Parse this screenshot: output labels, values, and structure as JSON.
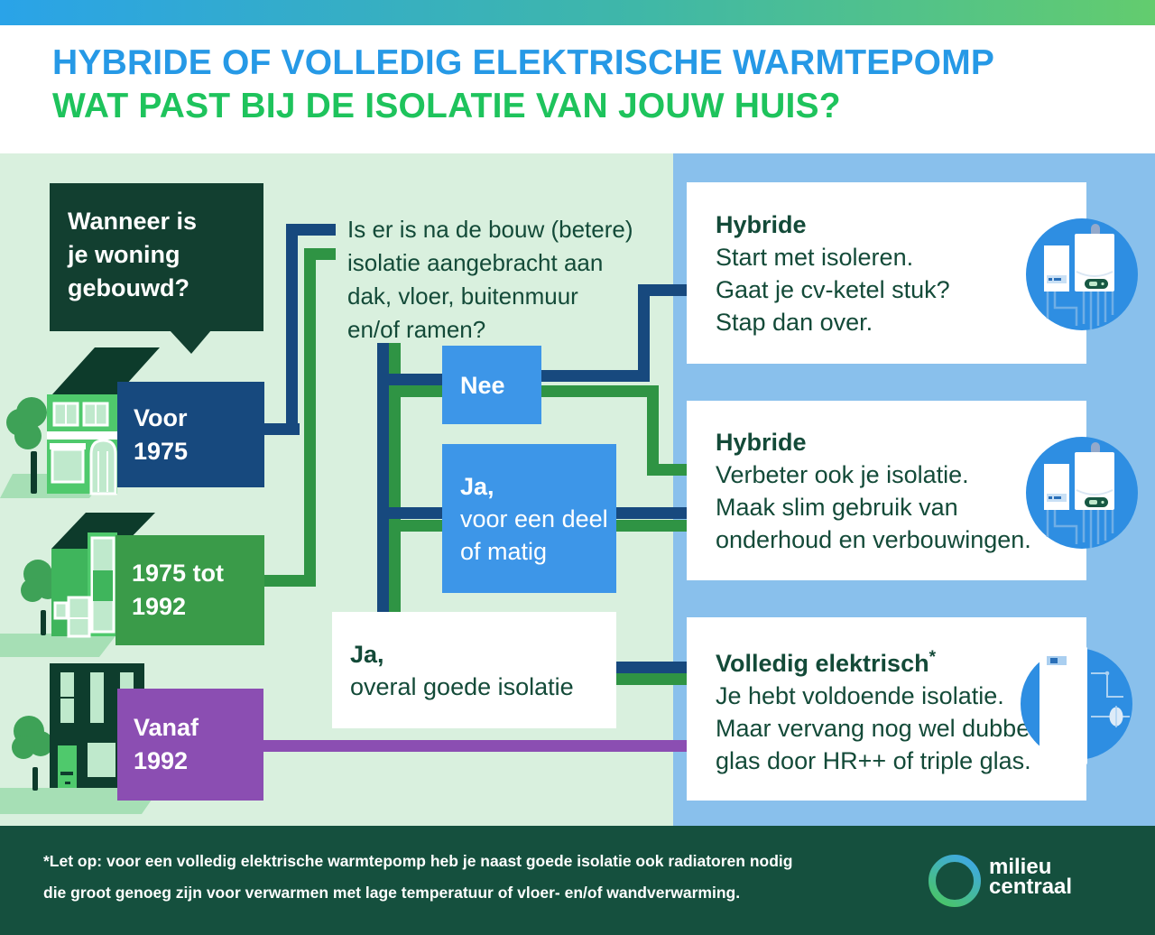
{
  "title": {
    "line1": "HYBRIDE OF VOLLEDIG ELEKTRISCHE WARMTEPOMP",
    "line2": "WAT PAST BIJ DE ISOLATIE VAN JOUW HUIS?"
  },
  "bubble": {
    "line1": "Wanneer is",
    "line2": "je woning",
    "line3": "gebouwd?"
  },
  "houses": [
    {
      "name": "voor-1975",
      "label_line1": "Voor",
      "label_line2": "1975",
      "icon": "classic-house-icon"
    },
    {
      "name": "1975-tot-1992",
      "label_line1": "1975 tot",
      "label_line2": "1992",
      "icon": "modern-green-house-icon"
    },
    {
      "name": "vanaf-1992",
      "label_line1": "Vanaf",
      "label_line2": "1992",
      "icon": "new-dark-house-icon"
    }
  ],
  "question": {
    "line1": "Is er is na de bouw (betere)",
    "line2": "isolatie aangebracht aan",
    "line3": "dak, vloer, buitenmuur",
    "line4": "en/of ramen?"
  },
  "answers": {
    "nee": {
      "label": "Nee"
    },
    "ja_deel": {
      "bold": "Ja,",
      "line1": "voor een deel",
      "line2": "of matig"
    },
    "ja_overal": {
      "bold": "Ja,",
      "line1": "overal goede isolatie"
    }
  },
  "cards": [
    {
      "title": "Hybride",
      "line1": "Start met isoleren.",
      "line2": "Gaat je cv-ketel stuk?",
      "line3": "Stap dan over.",
      "icon": "hybrid-heatpump-boiler-icon"
    },
    {
      "title": "Hybride",
      "line1": "Verbeter ook je isolatie.",
      "line2": "Maak slim gebruik van",
      "line3": "onderhoud en verbouwingen.",
      "icon": "hybrid-heatpump-boiler-icon"
    },
    {
      "title": "Volledig elektrisch",
      "asterisk": "*",
      "line1": "Je hebt voldoende isolatie.",
      "line2": "Maar vervang nog wel dubbel",
      "line3": "glas door HR++ of triple glas.",
      "icon": "electric-heatpump-icon"
    }
  ],
  "footer": {
    "note_line1": "*Let op: voor een volledig elektrische warmtepomp heb je naast goede isolatie ook radiatoren nodig",
    "note_line2": "die groot genoeg zijn voor verwarmen met lage temperatuur of vloer- en/of wandverwarming.",
    "logo_line1": "milieu",
    "logo_line2": "centraal"
  },
  "colors": {
    "title-blue": "#2699E6",
    "title-green": "#1EC35C",
    "grad-left": "#2AA3E8",
    "grad-right": "#63CC6E",
    "bg-lightgreen": "#D9F0DE",
    "bg-lightblue": "#89C0EC",
    "darkblue": "#17497E",
    "green": "#2F9444",
    "purple": "#8B4EB2",
    "answer-blue": "#3D96E8",
    "circle-blue": "#2E8EE2",
    "box-green": "#3A9B49",
    "bubble-green": "#123F30",
    "footer-green": "#15503E",
    "text-green": "#134A38",
    "house-green": "#4FC96C",
    "house-green-mid": "#3FB55C",
    "roof-dark": "#0D3B2B",
    "window-green": "#BFE9CC",
    "tree-green": "#3EA257",
    "ground-green": "#A6DFB5"
  }
}
